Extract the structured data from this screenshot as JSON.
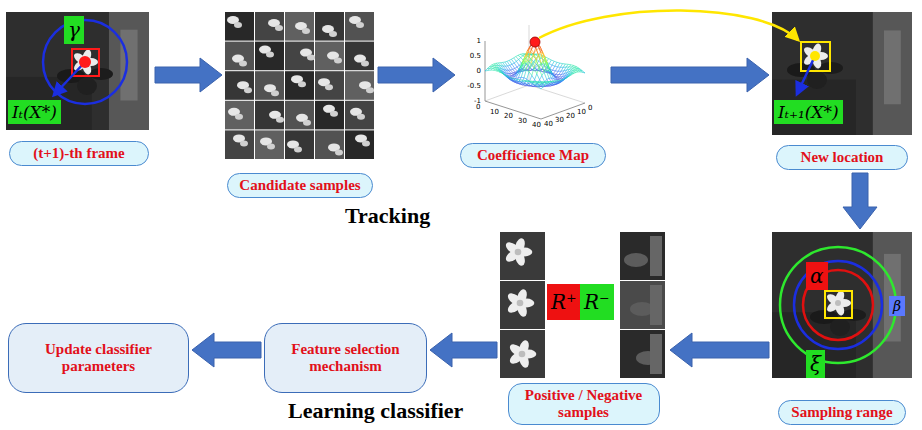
{
  "diagram": {
    "nodes": [
      {
        "text": [
          "(t+1)-th frame"
        ]
      },
      {
        "text": [
          "Candidate samples"
        ]
      },
      {
        "text": [
          "Coefficience Map"
        ]
      },
      {
        "text": [
          "New location"
        ]
      },
      {
        "text": [
          "Sampling range"
        ]
      },
      {
        "text": [
          "Positive / Negative samples"
        ]
      },
      {
        "text": [
          "Feature selection mechanism"
        ]
      },
      {
        "text": [
          "Update classifier parameters"
        ]
      }
    ],
    "edges": [
      {
        "from": 0,
        "to": 1,
        "arrow": "to"
      },
      {
        "from": 1,
        "to": 2,
        "arrow": "to"
      },
      {
        "from": 2,
        "to": 3,
        "arrow": "to"
      },
      {
        "from": 3,
        "to": 4,
        "arrow": "to"
      },
      {
        "from": 4,
        "to": 5,
        "arrow": "to"
      },
      {
        "from": 5,
        "to": 6,
        "arrow": "to"
      },
      {
        "from": 6,
        "to": 7,
        "arrow": "to"
      }
    ],
    "labels": [
      "Tracking",
      "Learning classifier",
      "γ",
      "Iₜ(X*)",
      "Iₜ₊₁(X*)",
      "α",
      "β",
      "ξ",
      "R⁺",
      "R⁻",
      "1",
      "0.5",
      "0",
      "-0.5",
      "-1",
      "0",
      "10",
      "20",
      "30",
      "40",
      "0",
      "10",
      "20",
      "30",
      "40"
    ]
  }
}
